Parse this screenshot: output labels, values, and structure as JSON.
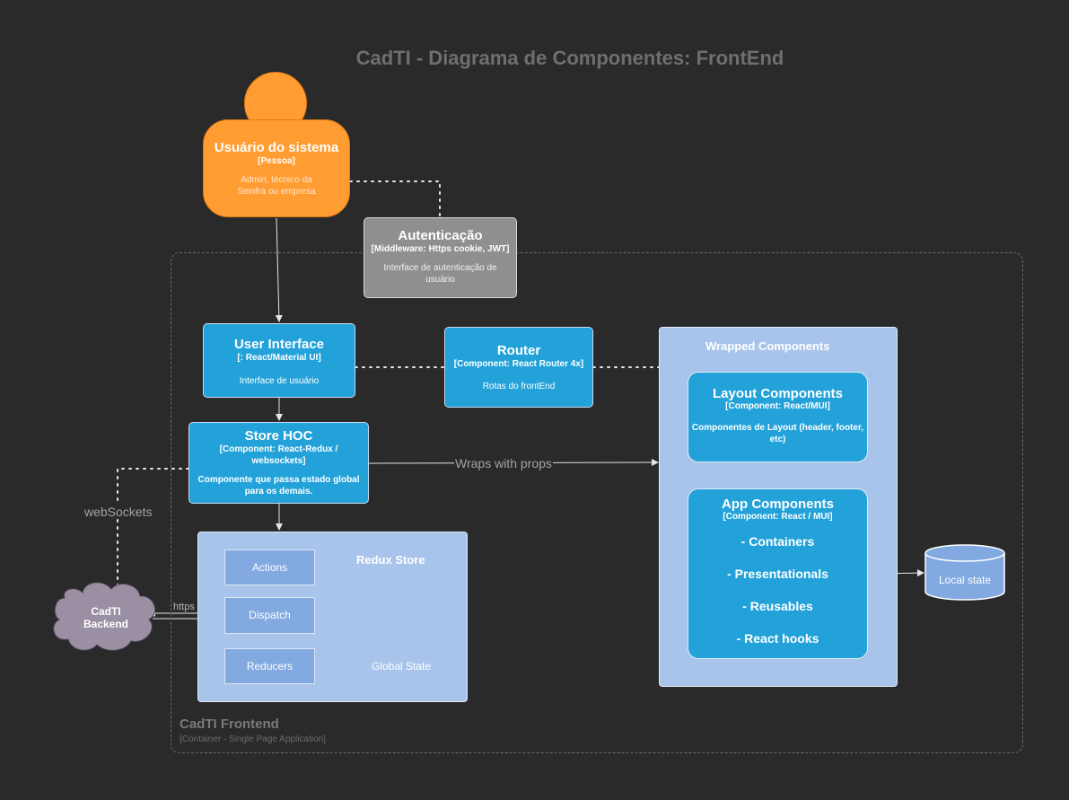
{
  "diagram_title": "CadTI - Diagrama de Componentes: FrontEnd",
  "container": {
    "name": "CadTI Frontend",
    "tech": "[Container - Single Page Application]"
  },
  "person": {
    "name": "Usuário do sistema",
    "type": "[Pessoa]",
    "desc_line1": "Admin, técnico da",
    "desc_line2": "Seinfra ou empresa"
  },
  "auth": {
    "name": "Autenticação",
    "tech": "[Middleware: Https cookie, JWT]",
    "desc_line1": "Interface de autenticação de",
    "desc_line2": "usuário"
  },
  "ui": {
    "name": "User Interface",
    "tech": "[: React/Material UI]",
    "desc": "Interface de usuário"
  },
  "router": {
    "name": "Router",
    "tech": "[Component: React Router 4x]",
    "desc": "Rotas do frontEnd"
  },
  "store_hoc": {
    "name": "Store HOC",
    "tech_line1": "[Component: React-Redux /",
    "tech_line2": "websockets]",
    "desc_line1": "Componente que passa estado global",
    "desc_line2": "para os demais."
  },
  "redux": {
    "title": "Redux Store",
    "actions": "Actions",
    "dispatch": "Dispatch",
    "reducers": "Reducers",
    "global_state": "Global State"
  },
  "wrapped": {
    "title": "Wrapped Components",
    "layout": {
      "name": "Layout Components",
      "tech": "[Component: React/MUI]",
      "desc_line1": "Componentes de Layout (header, footer,",
      "desc_line2": "etc)"
    },
    "app": {
      "name": "App Components",
      "tech": "[Component: React / MUI]",
      "items": [
        "- Containers",
        "- Presentationals",
        "- Reusables",
        "- React hooks"
      ]
    }
  },
  "local_state": "Local state",
  "backend": {
    "line1": "CadTI",
    "line2": "Backend"
  },
  "edge_labels": {
    "wraps": "Wraps with props",
    "websockets": "webSockets",
    "https": "https"
  },
  "colors": {
    "background": "#2a2a2a",
    "person": "#ff9d33",
    "component": "#23a2d9",
    "auth": "#8f8f8f",
    "panel": "#a8c4eb",
    "small_box": "#82a9e0",
    "cloud": "#9b8fa3"
  }
}
